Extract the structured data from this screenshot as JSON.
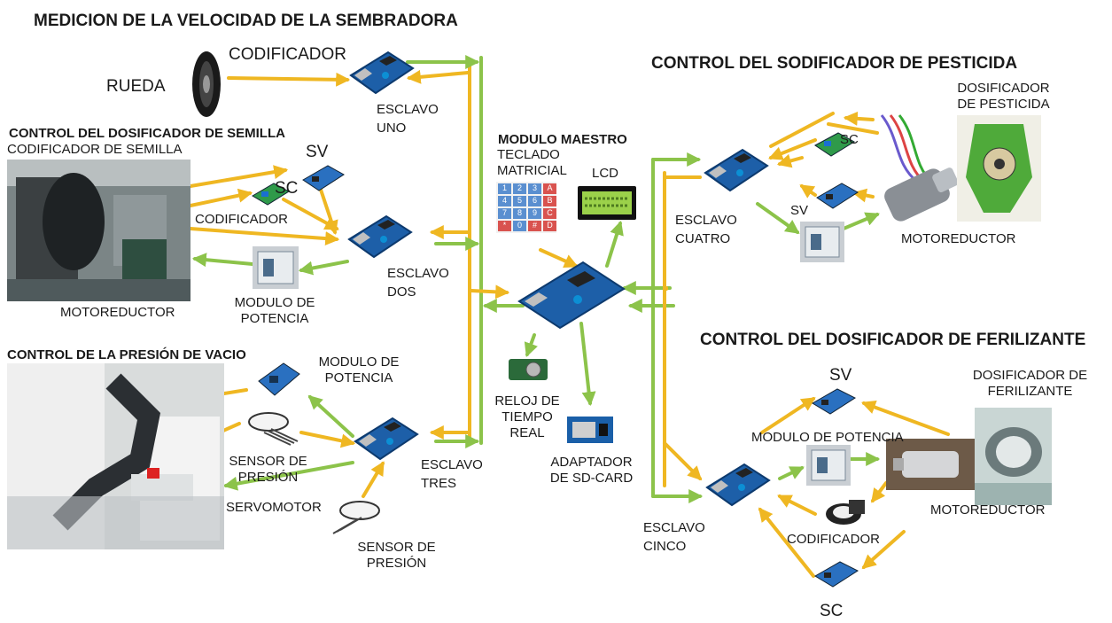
{
  "titles": {
    "velocidad": "MEDICION DE LA VELOCIDAD DE LA SEMBRADORA",
    "dosificador_semilla": "CONTROL DEL DOSIFICADOR DE SEMILLA",
    "presion": "CONTROL DE LA PRESIÓN DE VACIO",
    "pesticida": "CONTROL DEL SODIFICADOR DE PESTICIDA",
    "ferilizante": "CONTROL DEL DOSIFICADOR DE FERILIZANTE",
    "maestro": "MODULO MAESTRO"
  },
  "labels": {
    "rueda": "RUEDA",
    "codificador_top": "CODIFICADOR",
    "esclavo_uno": [
      "ESCLAVO",
      "UNO"
    ],
    "codificador_semilla": "CODIFICADOR DE SEMILLA",
    "sv_1": "SV",
    "sc_1": "SC",
    "codificador_2": "CODIFICADOR",
    "esclavo_dos": [
      "ESCLAVO",
      "DOS"
    ],
    "motoreductor_1": "MOTOREDUCTOR",
    "modulo_potencia_1": [
      "MODULO DE",
      "POTENCIA"
    ],
    "modulo_potencia_2": [
      "MODULO DE",
      "POTENCIA"
    ],
    "sensor_presion_1": [
      "SENSOR DE",
      "PRESIÓN"
    ],
    "servomotor": "SERVOMOTOR",
    "esclavo_tres": [
      "ESCLAVO",
      "TRES"
    ],
    "sensor_presion_2": [
      "SENSOR DE",
      "PRESIÓN"
    ],
    "teclado": [
      "TECLADO",
      "MATRICIAL"
    ],
    "lcd": "LCD",
    "reloj": [
      "RELOJ DE",
      "TIEMPO",
      "REAL"
    ],
    "adaptador": [
      "ADAPTADOR",
      "DE SD-CARD"
    ],
    "esclavo_cuatro": [
      "ESCLAVO",
      "CUATRO"
    ],
    "sc_2": "SC",
    "sv_2": "SV",
    "dosificador_pesticida": [
      "DOSIFICADOR",
      "DE PESTICIDA"
    ],
    "motoreductor_2": "MOTOREDUCTOR",
    "sv_3": "SV",
    "dosificador_ferilizante": [
      "DOSIFICADOR DE",
      "FERILIZANTE"
    ],
    "modulo_potencia_3": "MODULO DE POTENCIA",
    "motoreductor_3": "MOTOREDUCTOR",
    "esclavo_cinco": [
      "ESCLAVO",
      "CINCO"
    ],
    "codificador_3": "CODIFICADOR",
    "sc_3": "SC"
  },
  "keypad": [
    "1",
    "2",
    "3",
    "A",
    "4",
    "5",
    "6",
    "B",
    "7",
    "8",
    "9",
    "C",
    "*",
    "0",
    "#",
    "D"
  ],
  "colors": {
    "arrow_yellow": "#efb722",
    "arrow_green": "#8cc34a",
    "board_blue": "#1d5fa8",
    "module_blue": "#2a70c0",
    "module_green": "#2f9a4a"
  }
}
